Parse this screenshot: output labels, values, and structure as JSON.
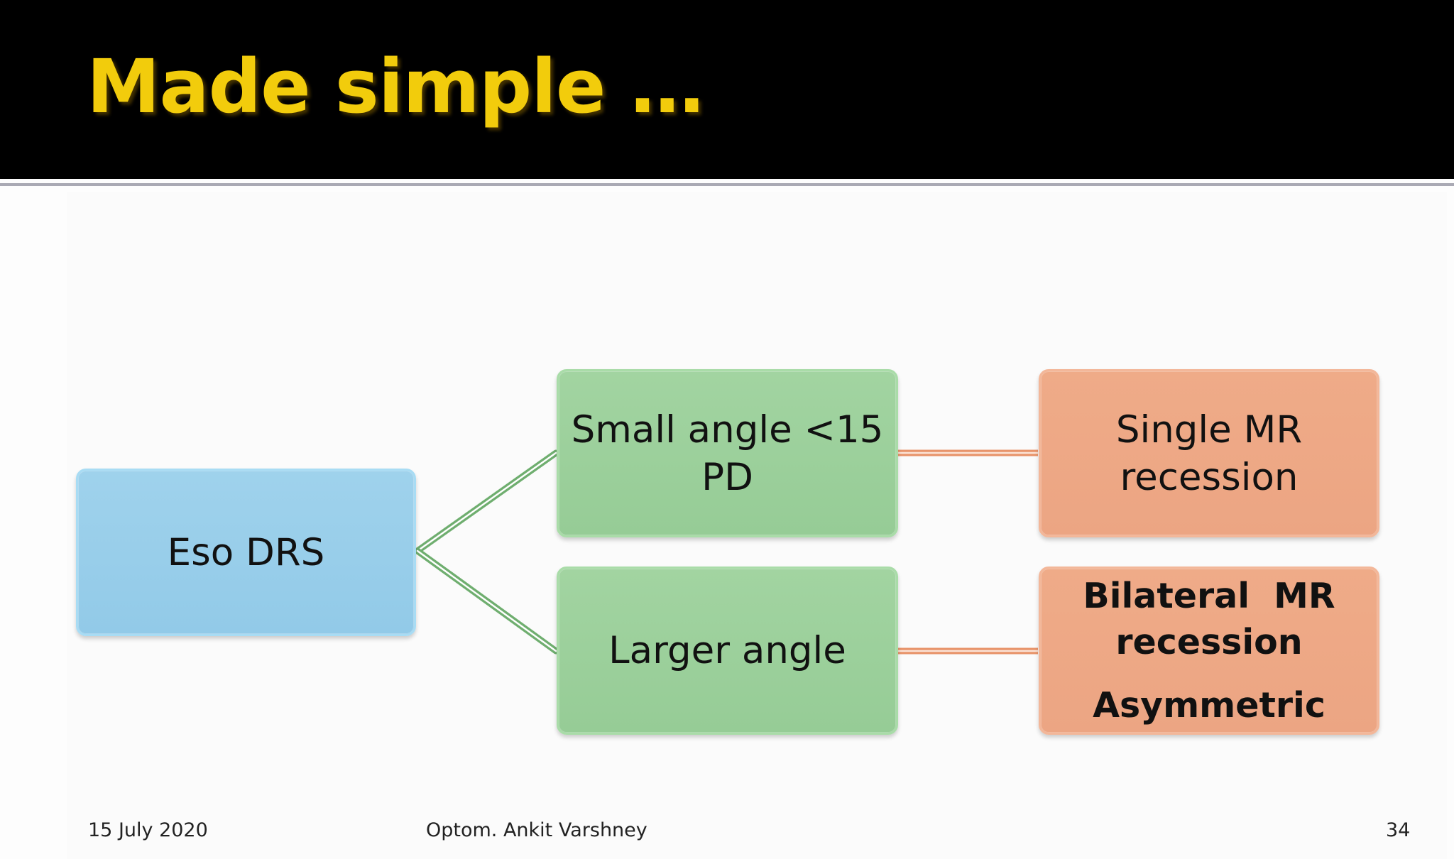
{
  "slide": {
    "title": "Made simple …",
    "title_color": "#f2cc0c",
    "header_color": "#000000"
  },
  "diagram": {
    "root": {
      "label": "Eso DRS",
      "color": "#96cbe8"
    },
    "branches": [
      {
        "condition_lines": [
          "Small angle <15",
          "PD"
        ],
        "treatment_lines": [
          "Single MR",
          "recession"
        ],
        "treatment_extra": ""
      },
      {
        "condition_lines": [
          "Larger angle"
        ],
        "treatment_lines": [
          "Bilateral  MR",
          "recession"
        ],
        "treatment_extra": "Asymmetric"
      }
    ],
    "colors": {
      "condition": "#9ad09a",
      "treatment": "#eda885",
      "root_connector": "#6fae6f",
      "branch_connector": "#e8946b"
    }
  },
  "footer": {
    "date": "15 July 2020",
    "author": "Optom. Ankit Varshney",
    "page_number": "34"
  }
}
